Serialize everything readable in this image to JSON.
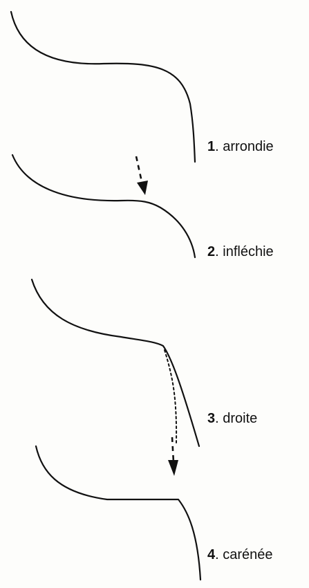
{
  "profiles": [
    {
      "number": "1",
      "name": "arrondie"
    },
    {
      "number": "2",
      "name": "infléchie"
    },
    {
      "number": "3",
      "name": "droite"
    },
    {
      "number": "4",
      "name": "carénée"
    }
  ],
  "colors": {
    "stroke": "#111111",
    "background": "#fdfdfb"
  }
}
